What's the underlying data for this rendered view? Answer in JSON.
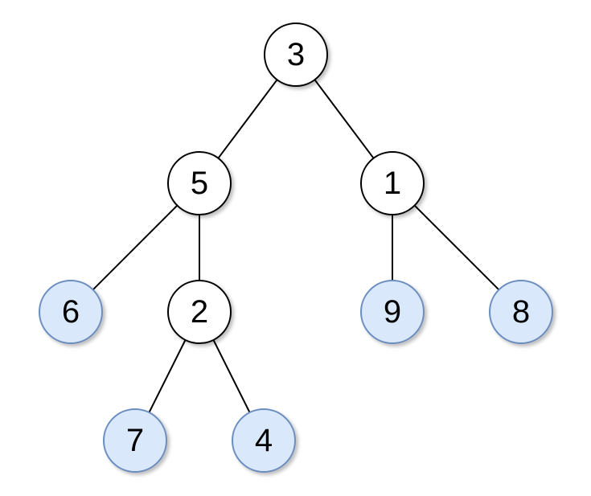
{
  "diagram": {
    "type": "binary-tree",
    "colors": {
      "internal_fill": "#ffffff",
      "leaf_fill": "#dae8fc",
      "internal_stroke": "#000000",
      "leaf_stroke": "#6c8ebf",
      "edge": "#000000"
    },
    "nodes": [
      {
        "id": "n3",
        "label": "3",
        "kind": "internal"
      },
      {
        "id": "n5",
        "label": "5",
        "kind": "internal"
      },
      {
        "id": "n1",
        "label": "1",
        "kind": "internal"
      },
      {
        "id": "n6",
        "label": "6",
        "kind": "leaf"
      },
      {
        "id": "n2",
        "label": "2",
        "kind": "internal"
      },
      {
        "id": "n9",
        "label": "9",
        "kind": "leaf"
      },
      {
        "id": "n8",
        "label": "8",
        "kind": "leaf"
      },
      {
        "id": "n7",
        "label": "7",
        "kind": "leaf"
      },
      {
        "id": "n4",
        "label": "4",
        "kind": "leaf"
      }
    ],
    "edges": [
      {
        "from": "n3",
        "to": "n5"
      },
      {
        "from": "n3",
        "to": "n1"
      },
      {
        "from": "n5",
        "to": "n6"
      },
      {
        "from": "n5",
        "to": "n2"
      },
      {
        "from": "n1",
        "to": "n9"
      },
      {
        "from": "n1",
        "to": "n8"
      },
      {
        "from": "n2",
        "to": "n7"
      },
      {
        "from": "n2",
        "to": "n4"
      }
    ]
  }
}
